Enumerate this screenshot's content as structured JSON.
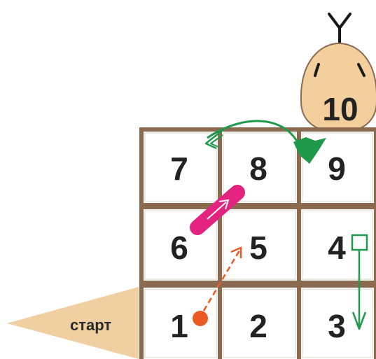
{
  "start": {
    "label": "старт"
  },
  "cells": [
    {
      "id": "7",
      "label": "7"
    },
    {
      "id": "8",
      "label": "8"
    },
    {
      "id": "9",
      "label": "9"
    },
    {
      "id": "6",
      "label": "6"
    },
    {
      "id": "5",
      "label": "5"
    },
    {
      "id": "4",
      "label": "4"
    },
    {
      "id": "1",
      "label": "1"
    },
    {
      "id": "2",
      "label": "2"
    },
    {
      "id": "3",
      "label": "3"
    }
  ],
  "finish": {
    "label": "10"
  },
  "transitions": [
    {
      "from": "1",
      "to": "5",
      "style": "dashed-orange-arrow"
    },
    {
      "from": "6",
      "to": "8",
      "style": "pink-ladder"
    },
    {
      "from": "9",
      "to": "7",
      "style": "green-curved-arrow"
    },
    {
      "from": "4",
      "to": "3",
      "style": "green-straight-arrow"
    }
  ],
  "colors": {
    "frame": "#8b6a50",
    "start_fill": "#f0cfa0",
    "bug_fill": "#f2cf9c",
    "orange": "#ec5a24",
    "pink": "#e3237f",
    "green": "#1e9a4a"
  }
}
